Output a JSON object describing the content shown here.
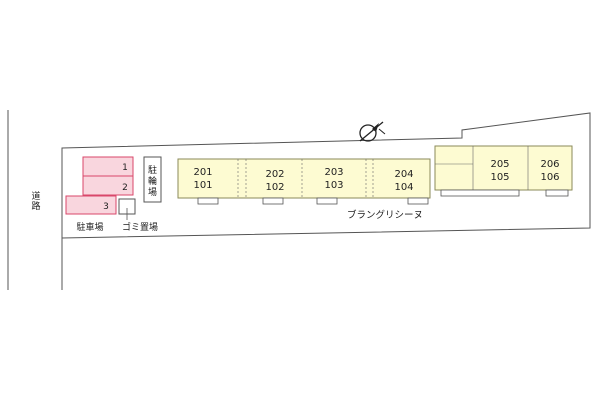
{
  "road": {
    "label_top": "道",
    "label_bottom": "路"
  },
  "parking": {
    "spaces": [
      {
        "number": "1"
      },
      {
        "number": "2"
      },
      {
        "number": "3"
      }
    ],
    "label": "駐車場",
    "fill_color": "#f9d6de",
    "stroke_color": "#d9476a"
  },
  "garbage": {
    "label": "ゴミ置場"
  },
  "bicycle": {
    "chars": [
      "駐",
      "輪",
      "場"
    ]
  },
  "building": {
    "name": "ブラングリシーヌ",
    "fill_color": "#fdfbd2",
    "stroke_color": "#8a8a5a",
    "units": [
      {
        "upper": "201",
        "lower": "101"
      },
      {
        "upper": "202",
        "lower": "102"
      },
      {
        "upper": "203",
        "lower": "103"
      },
      {
        "upper": "204",
        "lower": "104"
      },
      {
        "upper": "205",
        "lower": "105"
      },
      {
        "upper": "206",
        "lower": "106"
      }
    ]
  },
  "north_arrow": {
    "icon": "north-arrow-icon"
  }
}
